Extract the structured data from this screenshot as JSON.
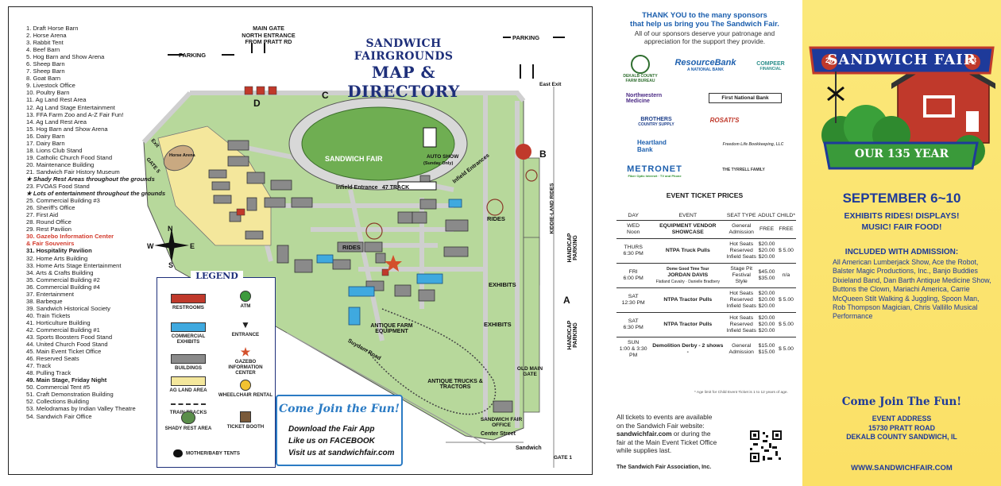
{
  "directory": [
    {
      "t": "1.  Draft Horse Barn"
    },
    {
      "t": "2.  Horse Arena"
    },
    {
      "t": "3.  Rabbit Tent"
    },
    {
      "t": "4.  Beef Barn"
    },
    {
      "t": "5.  Hog Barn and Show Arena"
    },
    {
      "t": "6.  Sheep Barn"
    },
    {
      "t": "7.  Sheep Barn"
    },
    {
      "t": "8.  Goat Barn"
    },
    {
      "t": "9.  Livestock Office"
    },
    {
      "t": "10. Poultry Barn"
    },
    {
      "t": "11. Ag Land Rest Area"
    },
    {
      "t": "12. Ag Land Stage Entertainment"
    },
    {
      "t": "13. FFA Farm Zoo and A-Z Fair Fun!"
    },
    {
      "t": "14. Ag Land Rest Area"
    },
    {
      "t": "15. Hog Barn and Show Arena"
    },
    {
      "t": "16. Dairy Barn"
    },
    {
      "t": "17. Dairy Barn"
    },
    {
      "t": "18. Lions Club Stand"
    },
    {
      "t": "19. Catholic Church Food Stand"
    },
    {
      "t": "20. Maintenance Building"
    },
    {
      "t": "21. Sandwich Fair History Museum"
    },
    {
      "t": "★ Shady Rest Areas throughout the grounds",
      "s": "italic"
    },
    {
      "t": "23. FVOAS Food Stand"
    },
    {
      "t": "★ Lots of entertainment throughout the grounds",
      "s": "italic"
    },
    {
      "t": "25. Commercial Building #3"
    },
    {
      "t": "26. Sheriff's Office"
    },
    {
      "t": "27. First Aid"
    },
    {
      "t": "28. Round Office"
    },
    {
      "t": "29. Rest Pavilion"
    },
    {
      "t": "30. Gazebo Information Center",
      "s": "red"
    },
    {
      "t": "    & Fair Souvenirs",
      "s": "red"
    },
    {
      "t": "31. Hospitality Pavilion",
      "s": "bold"
    },
    {
      "t": "32. Home Arts Building"
    },
    {
      "t": "33. Home Arts Stage Entertainment"
    },
    {
      "t": "34. Arts & Crafts Building"
    },
    {
      "t": "35. Commercial Building #2"
    },
    {
      "t": "36. Commercial Building #4"
    },
    {
      "t": "37. Entertainment"
    },
    {
      "t": "38. Barbeque"
    },
    {
      "t": "39. Sandwich Historical Society"
    },
    {
      "t": "40. Train Tickets"
    },
    {
      "t": "41. Horticulture Building"
    },
    {
      "t": "42. Commercial Building #1"
    },
    {
      "t": "43. Sports Boosters Food Stand"
    },
    {
      "t": "44. United Church Food Stand"
    },
    {
      "t": "45. Main Event Ticket Office"
    },
    {
      "t": "46. Reserved Seats"
    },
    {
      "t": "47. Track"
    },
    {
      "t": "48. Pulling Track"
    },
    {
      "t": "49. Main Stage, Friday Night",
      "s": "bold"
    },
    {
      "t": "50. Commercial Tent #5"
    },
    {
      "t": "51. Craft Demonstration Building"
    },
    {
      "t": "52. Collections Building"
    },
    {
      "t": "53. Melodramas by Indian Valley Theatre"
    },
    {
      "t": "54. Sandwich Fair Office"
    }
  ],
  "map": {
    "title1": "SANDWICH FAIRGROUNDS",
    "title2": "MAP & DIRECTORY",
    "main_gate": "MAIN GATE\nNORTH ENTRANCE\nFROM PRATT RD",
    "parking": "PARKING",
    "east_exit": "East Exit",
    "handicap_parking": "HANDICAP PARKING",
    "infield_entrance": "Infield Entrance",
    "infield_entrances": "Infield Entrances",
    "track_label": "47 TRACK",
    "auto_show": "AUTO SHOW",
    "auto_show_sub": "(Sunday Only)",
    "rides": "RIDES",
    "kiddie_rides": "KIDDIE-LAND RIDES",
    "exhibits": "EXHIBITS",
    "antique_farm": "ANTIQUE FARM EQUIPMENT",
    "antique_trucks": "ANTIQUE TRUCKS & TRACTORS",
    "old_main_gate": "OLD MAIN GATE",
    "fair_office": "SANDWICH FAIR OFFICE",
    "suydam_road": "Suydam Road",
    "center_street": "Center Street",
    "sandwich": "Sandwich",
    "gate1": "GATE 1",
    "gate5": "GATE 5",
    "exit": "Exit",
    "horse_arena": "Horse Arena",
    "sandwich_fair": "SANDWICH FAIR",
    "compass_n": "N",
    "compass_s": "S",
    "compass_e": "E",
    "compass_w": "W",
    "letter_a": "A",
    "letter_b": "B",
    "letter_c": "C",
    "letter_d": "D"
  },
  "legend": {
    "title": "LEGEND",
    "items": {
      "restrooms": "RESTROOMS",
      "atm": "ATM",
      "commercial": "COMMERCIAL EXHIBITS",
      "entrance": "ENTRANCE",
      "buildings": "BUILDINGS",
      "gazebo": "GAZEBO INFORMATION CENTER",
      "agland": "AG LAND AREA",
      "wheelchair": "WHEELCHAIR RENTAL",
      "train": "TRAIN TRACKS",
      "shady": "SHADY REST AREA",
      "ticket": "TICKET BOOTH",
      "mother": "MOTHER/BABY TENTS"
    }
  },
  "join_box": {
    "title": "Come Join the Fun!",
    "lines": [
      "Download the Fair App",
      "Like us on FACEBOOK",
      "Visit us at sandwichfair.com"
    ]
  },
  "sponsors": {
    "heading1": "THANK YOU to the many sponsors",
    "heading2": "that help us bring you The Sandwich Fair.",
    "sub1": "All of our sponsors deserve your patronage and",
    "sub2": "appreciation for the support they provide.",
    "logos": [
      "DEKALB COUNTY FARM BUREAU",
      "ResourceBank",
      "A NATIONAL BANK",
      "COMPEER",
      "FINANCIAL",
      "Northwestern",
      "Medicine",
      "First National Bank",
      "BROTHERS",
      "COUNTRY SUPPLY",
      "ROSATI'S",
      "Heartland",
      "Bank",
      "Freedom Life Bookkeeping, LLC",
      "METRONET",
      "Fiber Optic Internet · TV and Phone",
      "THE TYRRELL FAMILY"
    ]
  },
  "tickets": {
    "title": "EVENT TICKET PRICES",
    "headers": [
      "DAY",
      "EVENT",
      "SEAT TYPE",
      "ADULT",
      "CHILD*"
    ],
    "rows": [
      {
        "day": "WED",
        "time": "Noon",
        "event": "EQUIPMENT VENDOR SHOWCASE",
        "seats": [
          "General",
          "Admission"
        ],
        "adult": [
          "FREE"
        ],
        "child": [
          "FREE"
        ]
      },
      {
        "day": "THURS",
        "time": "6:30 PM",
        "event": "NTPA Truck Pulls",
        "seats": [
          "Hot Seats",
          "Reserved",
          "Infield Seats"
        ],
        "adult": [
          "$20.00",
          "$20.00",
          "$20.00"
        ],
        "child": [
          "$ 5.00"
        ]
      },
      {
        "day": "FRI",
        "time": "6:00 PM",
        "event_pre": "Dome Good Time Tour",
        "event": "JORDAN DAVIS",
        "event_post": "Flatland Cavalry · Danielle Bradbery",
        "seats": [
          "Stage Pit",
          "Festival Style"
        ],
        "adult": [
          "$45.00",
          "$35.00"
        ],
        "child": [
          "n/a"
        ]
      },
      {
        "day": "SAT",
        "time": "12:30 PM",
        "event": "NTPA Tractor Pulls",
        "seats": [
          "Hot Seats",
          "Reserved",
          "Infield Seats"
        ],
        "adult": [
          "$20.00",
          "$20.00",
          "$20.00"
        ],
        "child": [
          "$ 5.00"
        ]
      },
      {
        "day": "SAT",
        "time": "6:30 PM",
        "event": "NTPA Tractor Pulls",
        "seats": [
          "Hot Seats",
          "Reserved",
          "Infield Seats"
        ],
        "adult": [
          "$20.00",
          "$20.00",
          "$20.00"
        ],
        "child": [
          "$ 5.00"
        ]
      },
      {
        "day": "SUN",
        "time": "1:00 & 3:30 PM",
        "event": "Demolition Derby - 2 shows -",
        "seats": [
          "General",
          "Admission"
        ],
        "adult": [
          "$15.00",
          "$15.00"
        ],
        "child": [
          "$ 5.00"
        ]
      }
    ],
    "footnote": "* Age limit for Child Event Ticket is 1 to 12 years of age."
  },
  "info": {
    "line1": "All tickets to events are available",
    "line2": "on the Sandwich Fair website:",
    "web": "sandwichfair.com",
    "line3": " or during the",
    "line4": "fair at the Main Event Ticket Office",
    "line5": "while supplies last.",
    "assoc": "The Sandwich Fair Association, Inc."
  },
  "yellow": {
    "logo_text": "SANDWICH FAIR",
    "year_left": "20",
    "year_right": "23",
    "banner": "OUR 135 YEAR",
    "dates": "SEPTEMBER 6~10",
    "sub1": "EXHIBITS RIDES! DISPLAYS!",
    "sub2": "MUSIC! FAIR FOOD!",
    "incl_title": "INCLUDED WITH ADMISSION:",
    "incl_body": "All American Lumberjack Show, Ace the Robot, Balster Magic Productions, Inc., Banjo Buddies Dixieland Band, Dan Barth Antique Medicine Show, Buttons the Clown, Mariachi America, Carrie McQueen Stilt Walking & Juggling, Spoon Man, Rob Thompson Magician, Chris Vallillo Musical Performance",
    "join": "Come Join The Fun!",
    "addr1": "EVENT ADDRESS",
    "addr2": "15730 PRATT ROAD",
    "addr3": "DEKALB COUNTY  SANDWICH, IL",
    "web": "WWW.SANDWICHFAIR.COM"
  },
  "colors": {
    "navy": "#1e2f7a",
    "green_grass": "#a8cf8a",
    "dark_green": "#5a8e4a",
    "ag_land": "#f4e79c",
    "commercial": "#3fa9df",
    "building": "#8a8a8a",
    "restroom": "#c0392b",
    "yellow_bg": "#fbe066",
    "fair_blue": "#1e3a9a"
  }
}
